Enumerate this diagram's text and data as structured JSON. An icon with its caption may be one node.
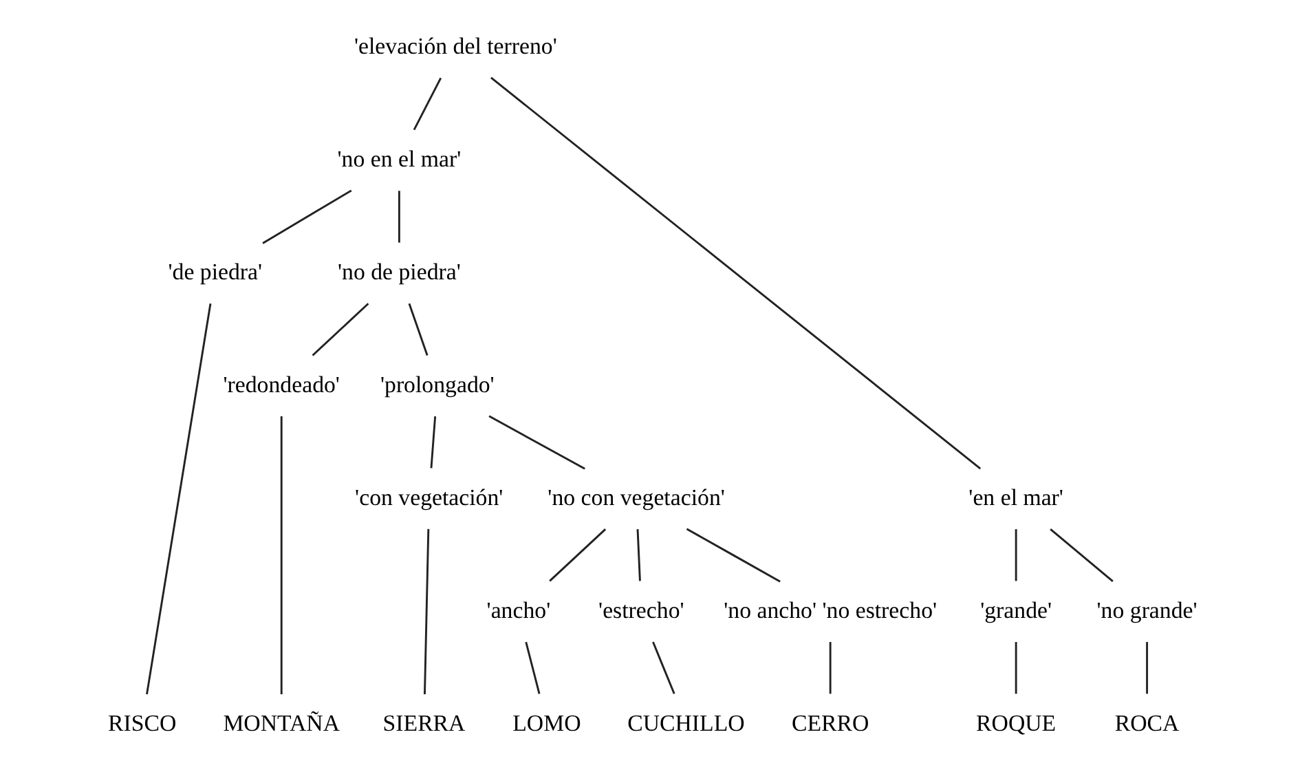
{
  "diagram": {
    "nodes": [
      {
        "text": [
          "'elevación del terreno'"
        ]
      },
      {
        "text": [
          "'no en el mar'"
        ]
      },
      {
        "text": [
          "'en el mar'"
        ]
      },
      {
        "text": [
          "'de piedra'"
        ]
      },
      {
        "text": [
          "'no de piedra'"
        ]
      },
      {
        "text": [
          "'grande'"
        ]
      },
      {
        "text": [
          "'no grande'"
        ]
      },
      {
        "text": [
          "'redondeado'"
        ]
      },
      {
        "text": [
          "'prolongado'"
        ]
      },
      {
        "text": [
          "'con vegetación'"
        ]
      },
      {
        "text": [
          "'no con vegetación'"
        ]
      },
      {
        "text": [
          "'ancho'"
        ]
      },
      {
        "text": [
          "'estrecho'"
        ]
      },
      {
        "text": [
          "'no ancho' 'no estrecho'"
        ]
      },
      {
        "text": [
          "RISCO"
        ]
      },
      {
        "text": [
          "MONTAÑA"
        ]
      },
      {
        "text": [
          "SIERRA"
        ]
      },
      {
        "text": [
          "LOMO"
        ]
      },
      {
        "text": [
          "CUCHILLO"
        ]
      },
      {
        "text": [
          "CERRO"
        ]
      },
      {
        "text": [
          "ROQUE"
        ]
      },
      {
        "text": [
          "ROCA"
        ]
      }
    ],
    "edges": [
      {
        "from": 0,
        "to": 1,
        "arrow": "none"
      },
      {
        "from": 0,
        "to": 2,
        "arrow": "none"
      },
      {
        "from": 1,
        "to": 3,
        "arrow": "none"
      },
      {
        "from": 1,
        "to": 4,
        "arrow": "none"
      },
      {
        "from": 2,
        "to": 5,
        "arrow": "none"
      },
      {
        "from": 2,
        "to": 6,
        "arrow": "none"
      },
      {
        "from": 4,
        "to": 7,
        "arrow": "none"
      },
      {
        "from": 4,
        "to": 8,
        "arrow": "none"
      },
      {
        "from": 8,
        "to": 9,
        "arrow": "none"
      },
      {
        "from": 8,
        "to": 10,
        "arrow": "none"
      },
      {
        "from": 10,
        "to": 11,
        "arrow": "none"
      },
      {
        "from": 10,
        "to": 12,
        "arrow": "none"
      },
      {
        "from": 10,
        "to": 13,
        "arrow": "none"
      },
      {
        "from": 3,
        "to": 14,
        "arrow": "none"
      },
      {
        "from": 7,
        "to": 15,
        "arrow": "none"
      },
      {
        "from": 9,
        "to": 16,
        "arrow": "none"
      },
      {
        "from": 11,
        "to": 17,
        "arrow": "none"
      },
      {
        "from": 12,
        "to": 18,
        "arrow": "none"
      },
      {
        "from": 13,
        "to": 19,
        "arrow": "none"
      },
      {
        "from": 5,
        "to": 20,
        "arrow": "none"
      },
      {
        "from": 6,
        "to": 21,
        "arrow": "none"
      }
    ]
  }
}
